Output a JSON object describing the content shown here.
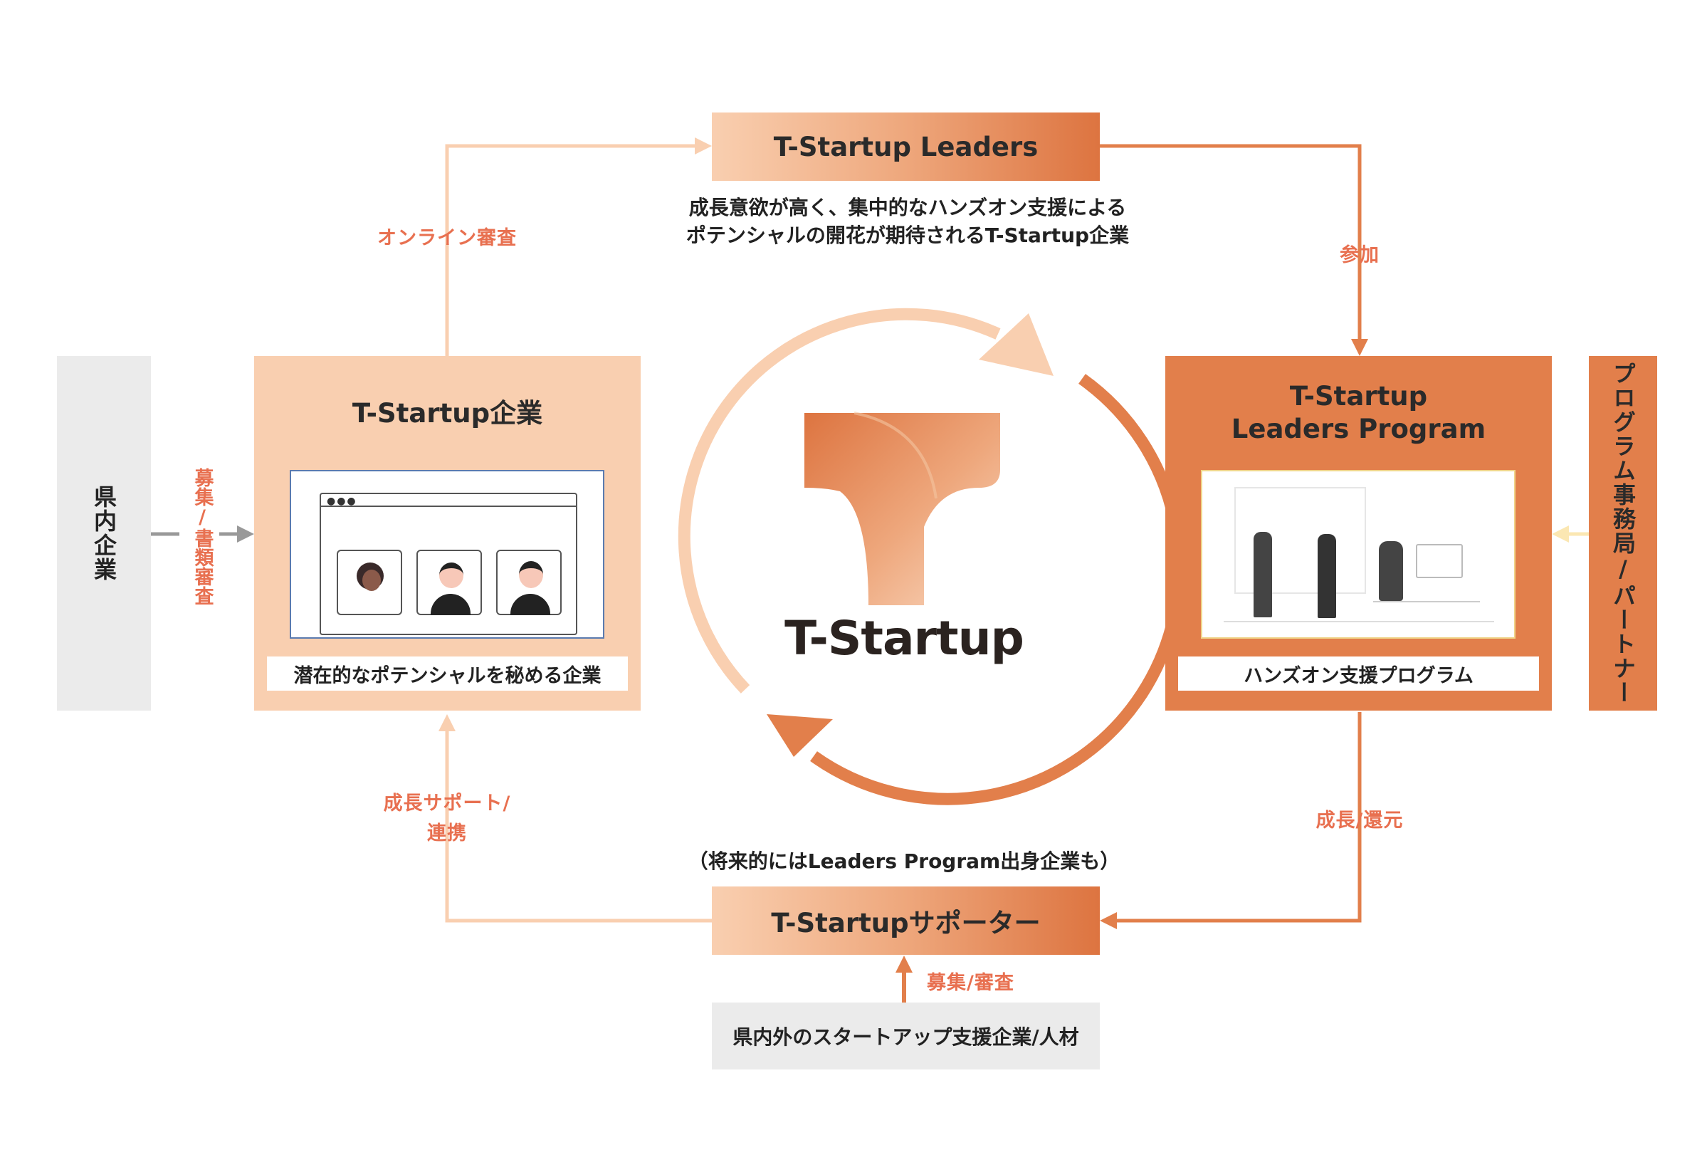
{
  "nodes": {
    "leaders": {
      "label": "T-Startup Leaders"
    },
    "leaders_desc": {
      "line1": "成長意欲が高く、集中的なハンズオン支援による",
      "line2": "ポテンシャルの開花が期待されるT-Startup企業"
    },
    "companies": {
      "title": "T-Startup企業",
      "caption": "潜在的なポテンシャルを秘める企業"
    },
    "program": {
      "title_line1": "T-Startup",
      "title_line2": "Leaders Program",
      "caption": "ハンズオン支援プログラム"
    },
    "supporters": {
      "label": "T-Startupサポーター",
      "note": "（将来的にはLeaders Program出身企業も）"
    },
    "prefecture_companies": {
      "label": "県内企業"
    },
    "secretariat": {
      "label": "プログラム事務局/パートナー"
    },
    "support_sources": {
      "label": "県内外のスタートアップ支援企業/人材"
    }
  },
  "edges": {
    "online_review": "オンライン審査",
    "participate": "参加",
    "recruit_docs": "募集/書類審査",
    "growth_support_l1": "成長サポート/",
    "growth_support_l2": "連携",
    "growth_return": "成長/還元",
    "recruit_review": "募集/審査"
  },
  "logo": {
    "text": "T-Startup"
  },
  "colors": {
    "light": "#f9cfb0",
    "mid": "#eea77c",
    "dark": "#dd7440",
    "accent_text": "#e87050",
    "grey": "#ebebeb"
  }
}
